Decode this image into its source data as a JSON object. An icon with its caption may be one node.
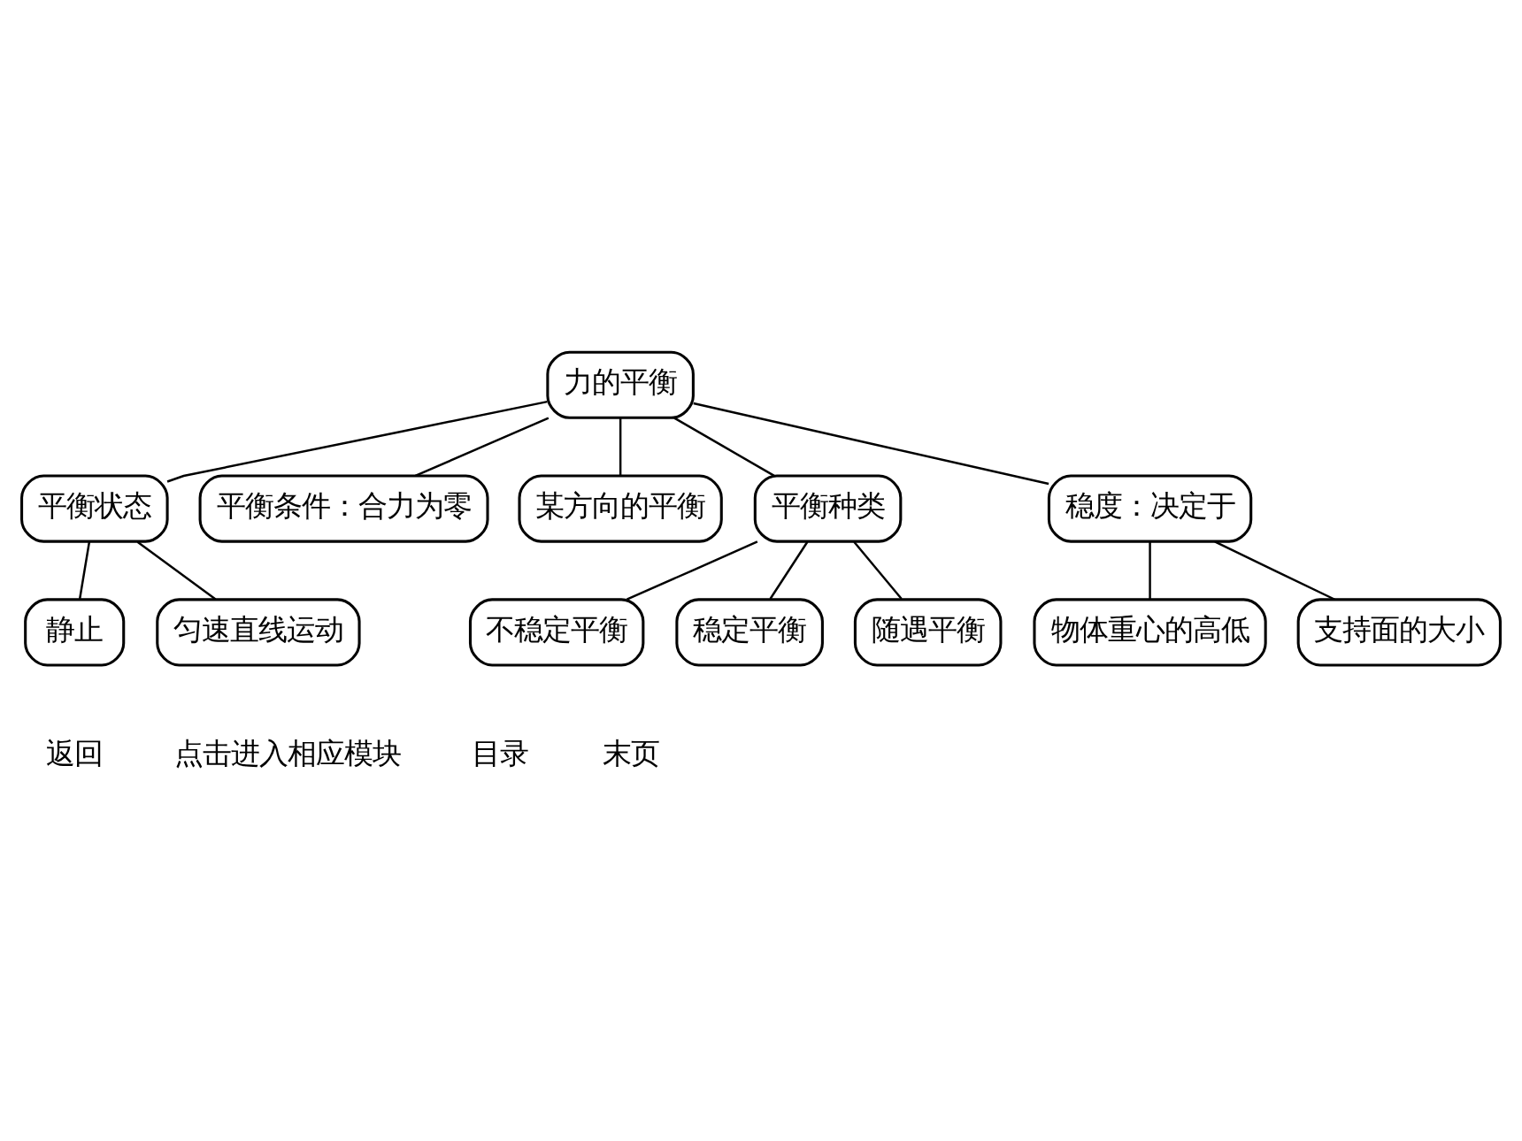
{
  "diagram": {
    "nodes": [
      {
        "text": [
          "力的平衡"
        ]
      },
      {
        "text": [
          "平衡状态"
        ]
      },
      {
        "text": [
          "静止"
        ]
      },
      {
        "text": [
          "匀速直线运动"
        ]
      },
      {
        "text": [
          "平衡条件：合力为零"
        ]
      },
      {
        "text": [
          "某方向的平衡"
        ]
      },
      {
        "text": [
          "平衡种类"
        ]
      },
      {
        "text": [
          "不稳定平衡"
        ]
      },
      {
        "text": [
          "稳定平衡"
        ]
      },
      {
        "text": [
          "随遇平衡"
        ]
      },
      {
        "text": [
          "稳度：决定于"
        ]
      },
      {
        "text": [
          "物体重心的高低"
        ]
      },
      {
        "text": [
          "支持面的大小"
        ]
      }
    ],
    "edges": [
      {
        "from": 0,
        "to": 1,
        "arrow": "none"
      },
      {
        "from": 0,
        "to": 4,
        "arrow": "none"
      },
      {
        "from": 0,
        "to": 5,
        "arrow": "none"
      },
      {
        "from": 0,
        "to": 6,
        "arrow": "none"
      },
      {
        "from": 0,
        "to": 10,
        "arrow": "none"
      },
      {
        "from": 1,
        "to": 2,
        "arrow": "none"
      },
      {
        "from": 1,
        "to": 3,
        "arrow": "none"
      },
      {
        "from": 6,
        "to": 7,
        "arrow": "none"
      },
      {
        "from": 6,
        "to": 8,
        "arrow": "none"
      },
      {
        "from": 6,
        "to": 9,
        "arrow": "none"
      },
      {
        "from": 10,
        "to": 11,
        "arrow": "none"
      },
      {
        "from": 10,
        "to": 12,
        "arrow": "none"
      }
    ],
    "labels": [
      "返回",
      "点击进入相应模块",
      "目录",
      "末页"
    ]
  }
}
